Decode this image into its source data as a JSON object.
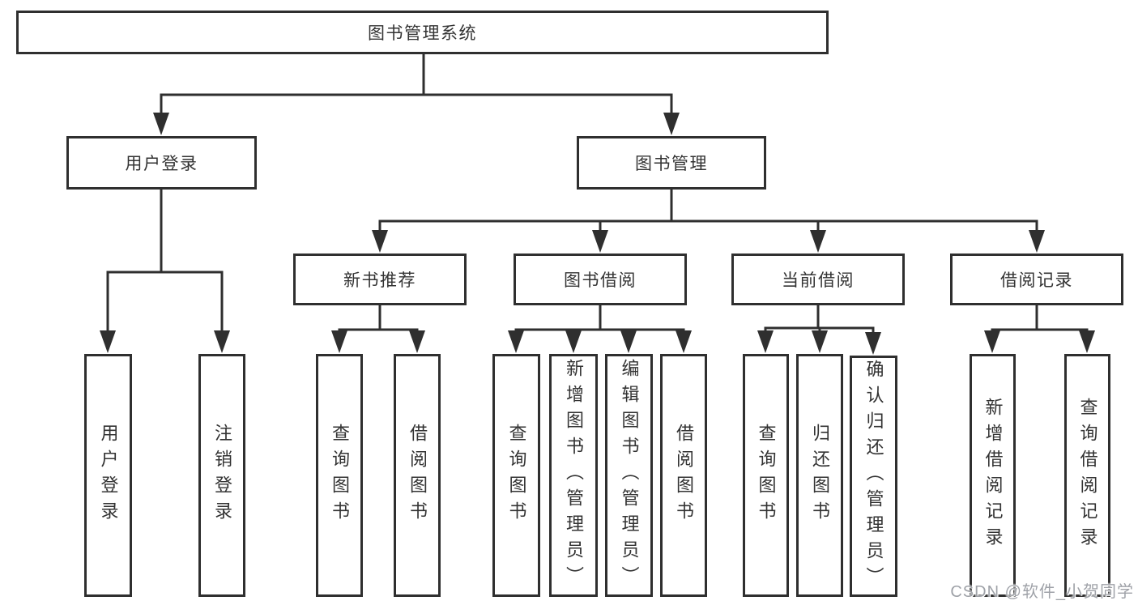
{
  "diagram": {
    "root": {
      "label": "图书管理系统"
    },
    "branches": [
      {
        "label": "用户登录",
        "children": [
          {
            "label": "用户登录"
          },
          {
            "label": "注销登录"
          }
        ]
      },
      {
        "label": "图书管理",
        "groups": [
          {
            "label": "新书推荐",
            "children": [
              {
                "label": "查询图书"
              },
              {
                "label": "借阅图书"
              }
            ]
          },
          {
            "label": "图书借阅",
            "children": [
              {
                "label": "查询图书"
              },
              {
                "label": "新增图书（管理员）"
              },
              {
                "label": "编辑图书（管理员）"
              },
              {
                "label": "借阅图书"
              }
            ]
          },
          {
            "label": "当前借阅",
            "children": [
              {
                "label": "查询图书"
              },
              {
                "label": "归还图书"
              },
              {
                "label": "确认归还（管理员）"
              }
            ]
          },
          {
            "label": "借阅记录",
            "children": [
              {
                "label": "新增借阅记录"
              },
              {
                "label": "查询借阅记录"
              }
            ]
          }
        ]
      }
    ]
  },
  "watermark": "CSDN @软件_小贺同学",
  "colors": {
    "line": "#2f2f2f",
    "text": "#333333",
    "background": "#ffffff",
    "watermark": "#9fa2a8"
  }
}
